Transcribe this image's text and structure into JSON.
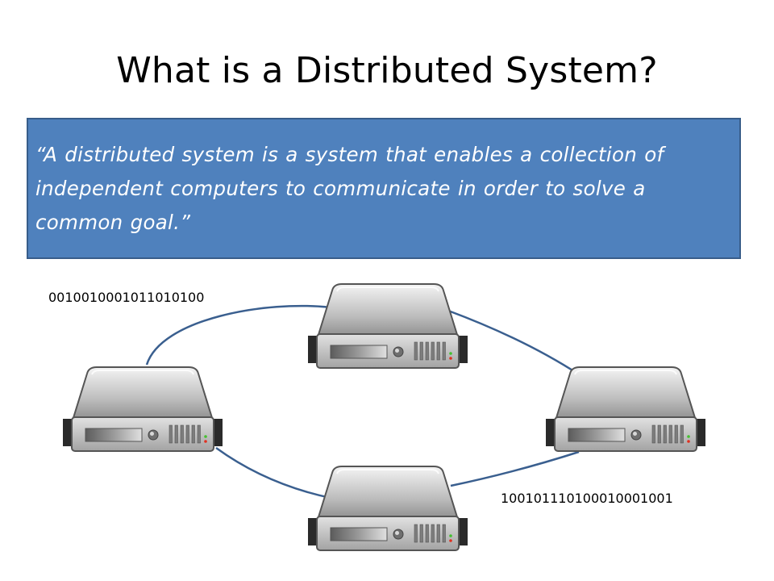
{
  "slide": {
    "title": "What is a Distributed System?",
    "definition": "“A distributed system is a system that enables a collection of independent computers to communicate in order to solve a common goal.”"
  },
  "diagram": {
    "binary_top_left": "0010010001011010100",
    "binary_bottom_right": "100101110100010001001",
    "connection_color": "#3a5f8f",
    "box_color": "#4f81bd",
    "servers": [
      "server-top",
      "server-left",
      "server-right",
      "server-bottom"
    ],
    "icons": [
      "server-icon"
    ]
  }
}
